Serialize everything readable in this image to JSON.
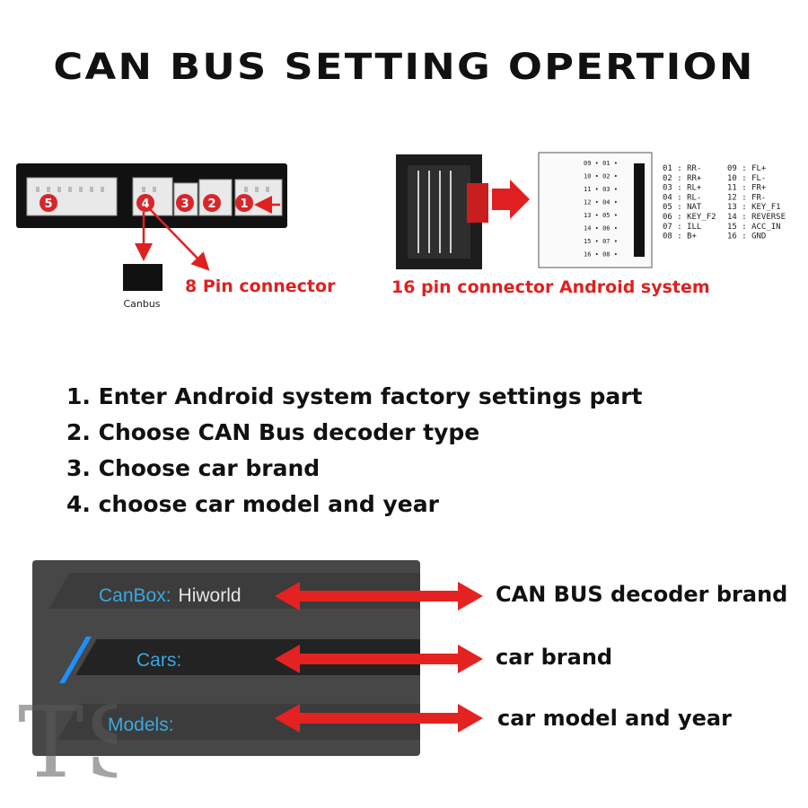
{
  "title": "CAN BUS SETTING OPERTION",
  "wiring": {
    "connector_numbers": [
      "5",
      "4",
      "3",
      "2",
      "1"
    ],
    "canbus_label": "Canbus",
    "eight_pin_label": "8 Pin connector",
    "sixteen_pin_label": "16 pin connector Android system",
    "plug_pin_numbers": [
      "09",
      "01",
      "10",
      "02",
      "11",
      "03",
      "12",
      "04",
      "13",
      "05",
      "14",
      "06",
      "15",
      "07",
      "16",
      "08"
    ],
    "pinout_left": [
      "01 : RR-",
      "02 : RR+",
      "03 : RL+",
      "04 : RL-",
      "05 : NAT",
      "06 : KEY_F2",
      "07 : ILL",
      "08 : B+"
    ],
    "pinout_right": [
      "09 : FL+",
      "10 : FL-",
      "11 : FR+",
      "12 : FR-",
      "13 : KEY_F1",
      "14 : REVERSE",
      "15 : ACC_IN",
      "16 : GND"
    ]
  },
  "steps": [
    "1. Enter Android system factory settings part",
    "2. Choose CAN Bus decoder type",
    "3. Choose car brand",
    "4. choose car model and year"
  ],
  "settings_panel": {
    "canbox_label": "CanBox:",
    "canbox_value": "Hiworld",
    "cars_label": "Cars:",
    "models_label": "Models:"
  },
  "annotations": {
    "canbox": "CAN BUS decoder brand",
    "cars": "car brand",
    "models": "car model and year"
  },
  "colors": {
    "accent_red": "#e02020",
    "setting_blue": "#3aa8e0",
    "panel_bg": "#474747"
  },
  "watermark_letters": "TS"
}
